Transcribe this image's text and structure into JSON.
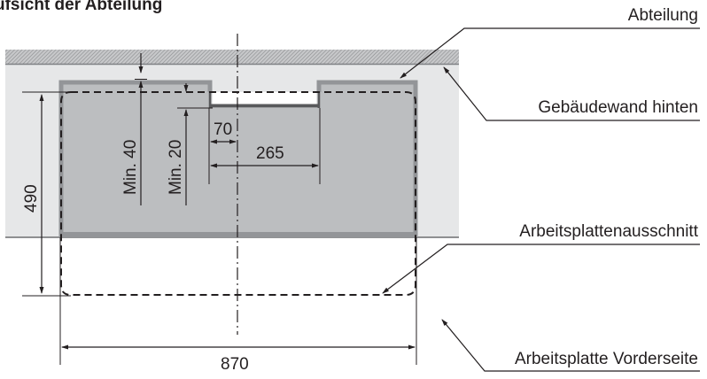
{
  "title": "ufsicht der Abteilung",
  "labels": {
    "abteilung": "Abteilung",
    "wall": "Gebäudewand hinten",
    "cutout": "Arbeitsplattenausschnitt",
    "front": "Arbeitsplatte Vorderseite"
  },
  "dimensions": {
    "min40": "Min. 40",
    "min20": "Min. 20",
    "d70": "70",
    "d265": "265",
    "d490": "490",
    "d870": "870"
  },
  "colors": {
    "wall_hatch": "#a7a9ac",
    "countertop": "#e6e7e8",
    "unit_fill": "#bcbec0",
    "unit_border": "#939598",
    "line": "#231f20",
    "background": "#ffffff"
  }
}
